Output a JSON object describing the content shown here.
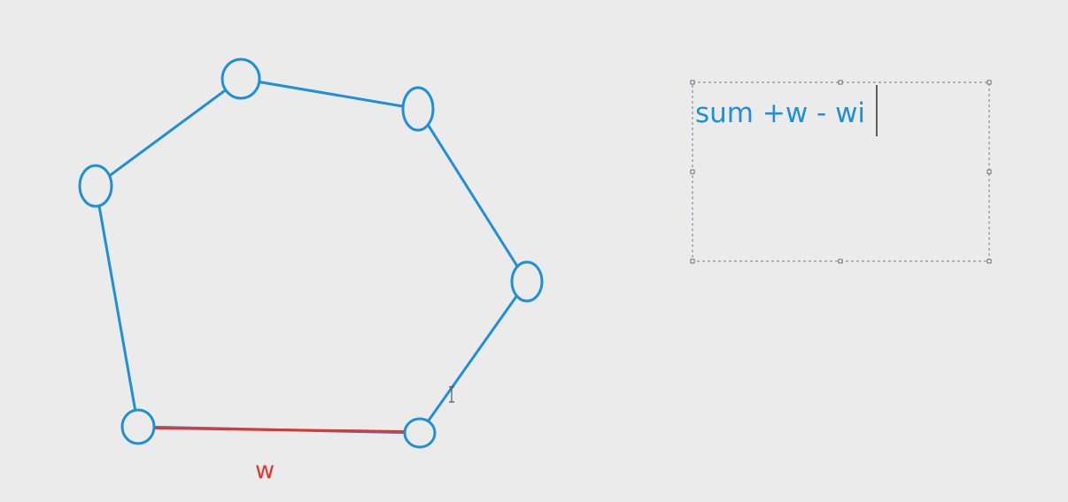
{
  "diagram": {
    "nodes": [
      {
        "id": "n1"
      },
      {
        "id": "n2"
      },
      {
        "id": "n3"
      },
      {
        "id": "n4"
      },
      {
        "id": "n5"
      },
      {
        "id": "n6"
      },
      {
        "id": "n7"
      }
    ],
    "edges": [
      {
        "from": "n1",
        "to": "n2",
        "highlighted": false
      },
      {
        "from": "n2",
        "to": "n3",
        "highlighted": false
      },
      {
        "from": "n3",
        "to": "n4",
        "highlighted": false
      },
      {
        "from": "n4",
        "to": "n5",
        "highlighted": false
      },
      {
        "from": "n5",
        "to": "n6",
        "highlighted": true
      },
      {
        "from": "n6",
        "to": "n7",
        "highlighted": false
      },
      {
        "from": "n7",
        "to": "n1",
        "highlighted": false
      }
    ],
    "highlighted_edge_label": "w",
    "colors": {
      "edge": "#1f8fd6",
      "highlight": "#e0362f",
      "background": "#ebebeb"
    }
  },
  "text_box": {
    "text": "sum +w - wi",
    "editing": true
  }
}
